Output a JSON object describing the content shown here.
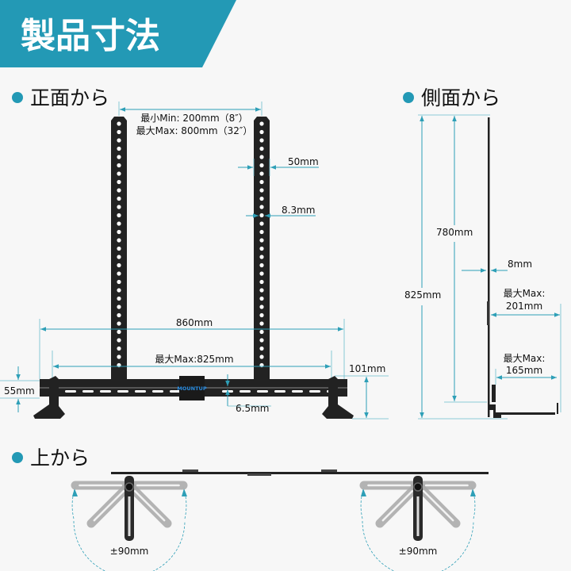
{
  "title": "製品寸法",
  "colors": {
    "accent": "#2399b5",
    "metal": "#222222",
    "ghost": "#9a9a9a"
  },
  "sections": {
    "front": "正面から",
    "side": "側面から",
    "top": "上から"
  },
  "front_dims": {
    "vesa_min": "最小Min: 200mm（8″）",
    "vesa_max": "最大Max: 800mm（32″）",
    "width_50": "50mm",
    "hole_83": "8.3mm",
    "total_860": "860mm",
    "max_825": "最大Max:825mm",
    "height_55": "55mm",
    "height_101": "101mm",
    "gap_65": "6.5mm",
    "brand": "MOUNTUP"
  },
  "side_dims": {
    "h825": "825mm",
    "h780": "780mm",
    "t8": "8mm",
    "max_label": "最大Max:",
    "d201": "201mm",
    "d165": "165mm"
  },
  "top_dims": {
    "swivel_left": "±90mm",
    "swivel_right": "±90mm"
  }
}
